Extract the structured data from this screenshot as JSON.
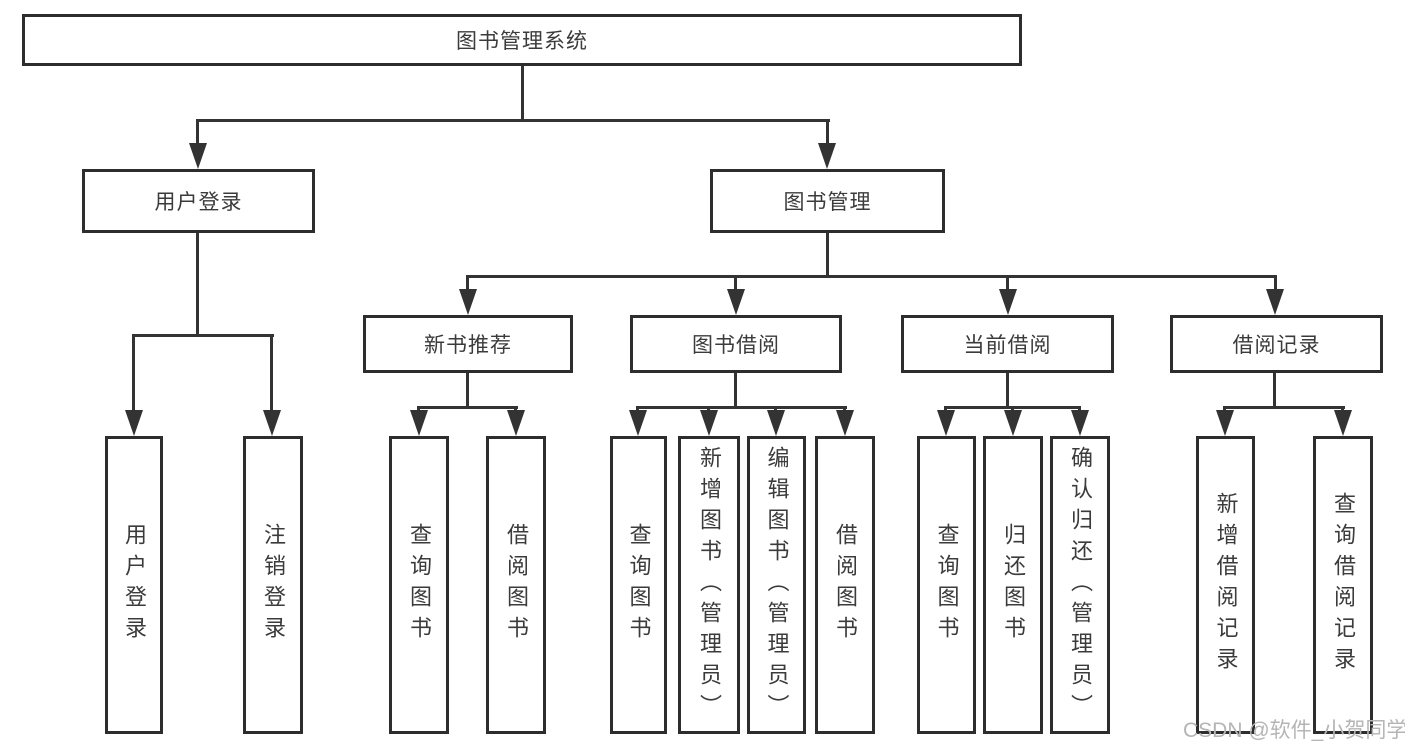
{
  "diagram": {
    "root": "图书管理系统",
    "level2": {
      "user_login": "用户登录",
      "book_management": "图书管理"
    },
    "level3": {
      "new_books": "新书推荐",
      "book_borrow": "图书借阅",
      "current_borrow": "当前借阅",
      "borrow_records": "借阅记录"
    },
    "leaves": {
      "user_login": [
        "用户登录",
        "注销登录"
      ],
      "new_books": [
        "查询图书",
        "借阅图书"
      ],
      "book_borrow": [
        "查询图书",
        "新增图书（管理员）",
        "编辑图书（管理员）",
        "借阅图书"
      ],
      "current_borrow": [
        "查询图书",
        "归还图书",
        "确认归还（管理员）"
      ],
      "borrow_records": [
        "新增借阅记录",
        "查询借阅记录"
      ]
    }
  },
  "watermark": "CSDN @软件_小贺同学",
  "colors": {
    "line": "#333333",
    "box_border": "#2d2d2d",
    "text": "#3b3b3b",
    "watermark": "#b5b5b5",
    "background": "#ffffff"
  }
}
